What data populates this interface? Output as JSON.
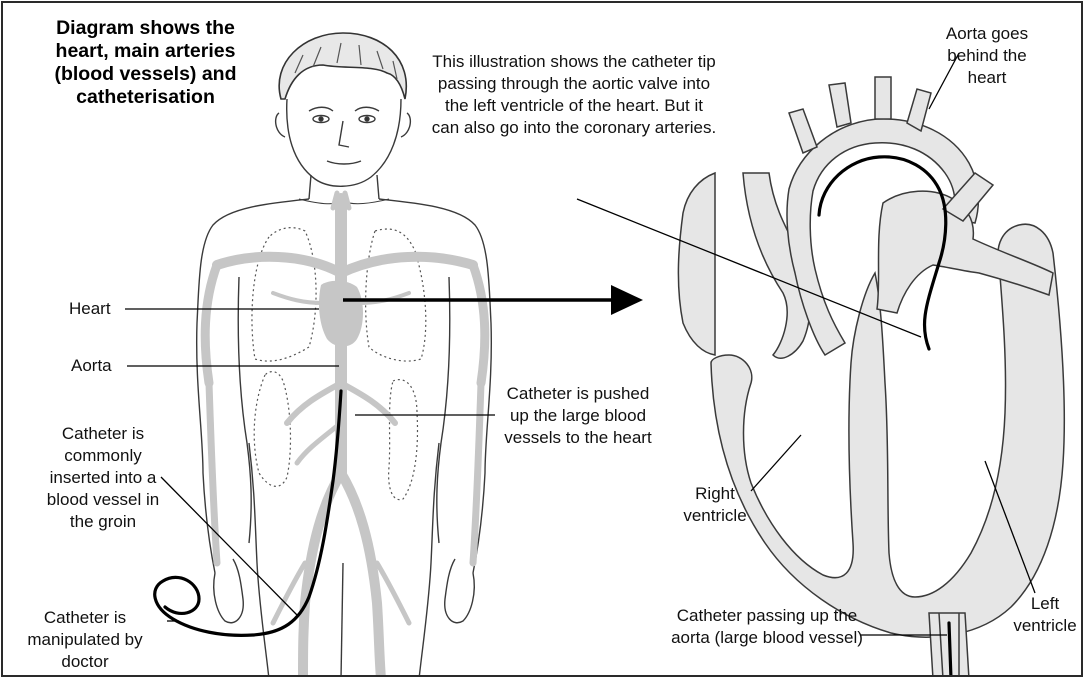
{
  "title": "Diagram shows the heart, main arteries (blood vessels) and catheterisation",
  "labels": {
    "heart": "Heart",
    "aorta": "Aorta",
    "inserted": "Catheter is commonly inserted into a blood vessel in the groin",
    "manipulated": "Catheter is manipulated by doctor",
    "pushed": "Catheter is pushed up the large blood vessels to the heart",
    "illustration": "This illustration shows the catheter tip passing through the aortic valve into the left ventricle of the heart. But it can also go into the coronary arteries.",
    "aorta_behind": "Aorta goes behind the heart",
    "right_ventricle": "Right ventricle",
    "left_ventricle": "Left ventricle",
    "aorta_passing": "Catheter passing up the aorta (large blood vessel)"
  },
  "colors": {
    "vessel": "#c9c9c9",
    "vessel_light": "#e6e6e6",
    "outline": "#3a3a3a",
    "catheter": "#000000"
  }
}
